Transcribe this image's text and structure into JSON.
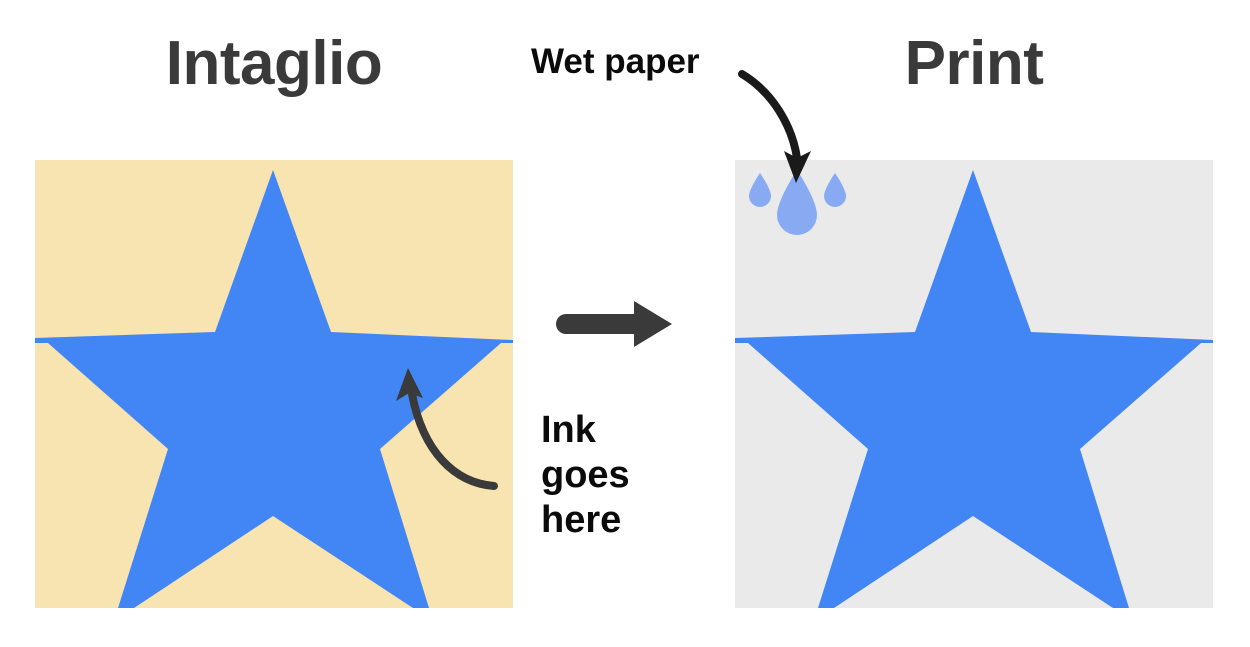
{
  "diagram": {
    "title_intaglio": "Intaglio",
    "title_print": "Print",
    "label_wet_paper": "Wet paper",
    "label_ink_line1": "Ink",
    "label_ink_line2": "goes",
    "label_ink_line3": "here"
  },
  "colors": {
    "intaglio_plate": "#F8E4B0",
    "print_paper": "#EAEAEA",
    "star_blue": "#4285F4",
    "droplet_blue": "#87AAF3",
    "title_text": "#3A3A3A",
    "annotation_text": "#0B0B0B",
    "arrow_dark": "#3A3A3A",
    "arrow_black": "#1A1A1A",
    "background": "#FFFFFF"
  },
  "icons": {
    "transition_arrow": "right-arrow-icon",
    "ink_pointer": "curved-arrow-up-left-icon",
    "wet_paper_pointer": "curved-arrow-down-right-icon",
    "droplet_large": "water-droplet-icon",
    "droplet_small_left": "water-droplet-icon",
    "droplet_small_right": "water-droplet-icon",
    "star": "star-shape-icon"
  },
  "chart_data": {
    "type": "diagram",
    "title": "Intaglio printing process",
    "panels": [
      {
        "name": "Intaglio",
        "background": "#F8E4B0",
        "shape": "star",
        "shape_color": "#4285F4",
        "annotation": "Ink goes here"
      },
      {
        "name": "Print",
        "background": "#EAEAEA",
        "shape": "star",
        "shape_color": "#4285F4",
        "annotation": "Wet paper"
      }
    ],
    "flow": "Intaglio plate -> Print"
  }
}
